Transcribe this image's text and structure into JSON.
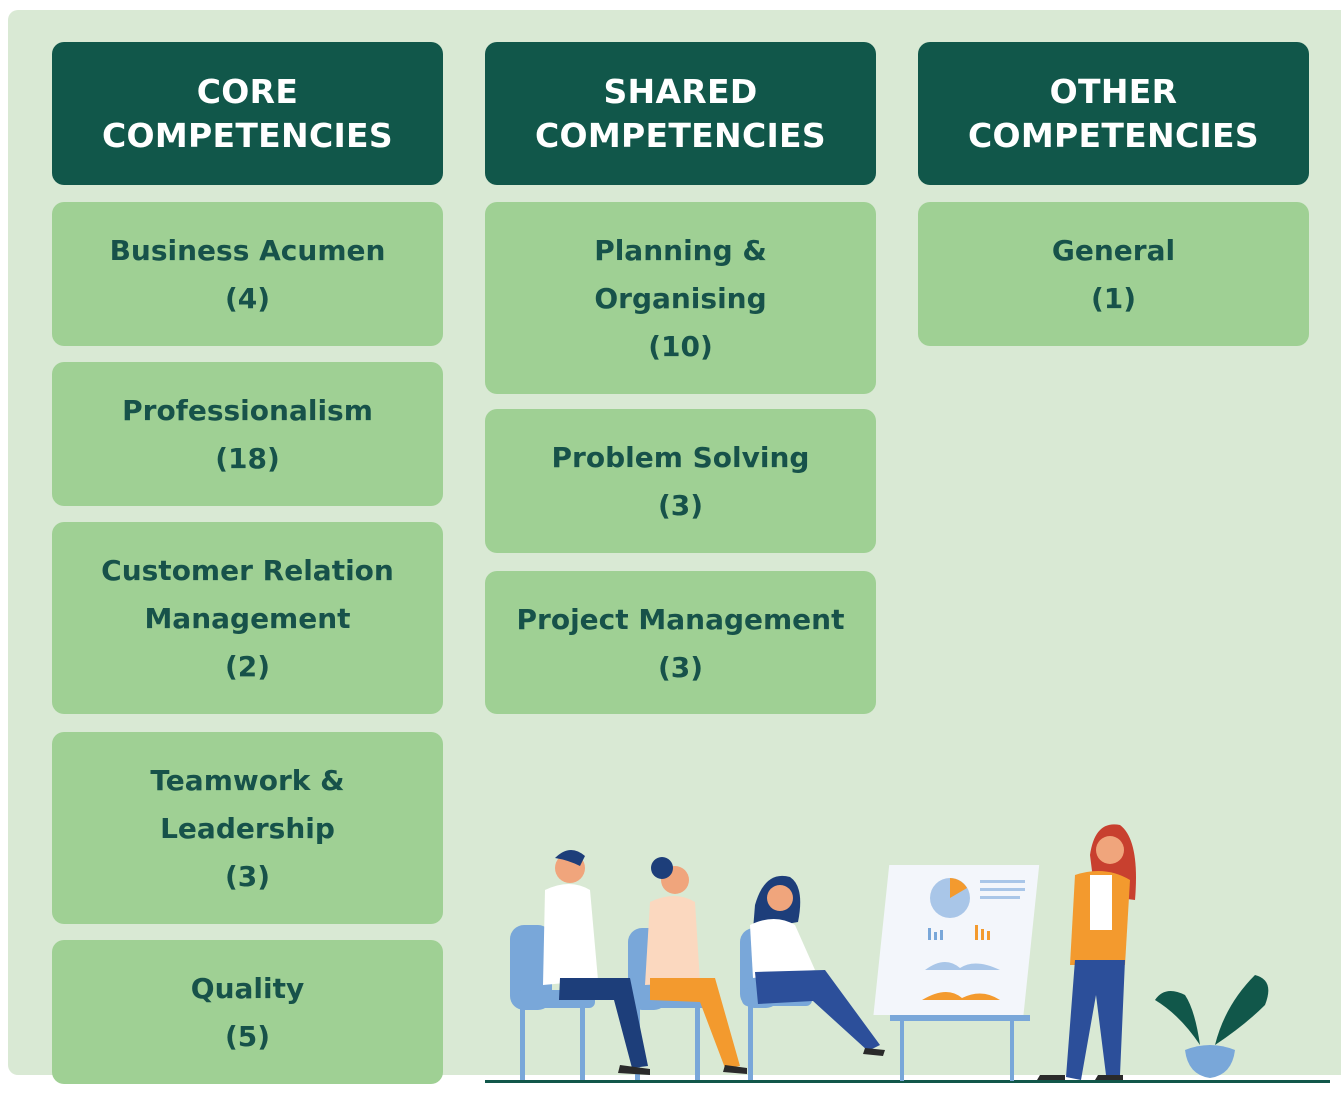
{
  "columns": [
    {
      "header_line1": "CORE",
      "header_line2": "COMPETENCIES",
      "cards": [
        {
          "line1": "Business Acumen",
          "line2": "(4)",
          "line3": ""
        },
        {
          "line1": "Professionalism",
          "line2": "(18)",
          "line3": ""
        },
        {
          "line1": "Customer Relation",
          "line2": "Management",
          "line3": "(2)"
        },
        {
          "line1": "Teamwork &",
          "line2": "Leadership",
          "line3": "(3)"
        },
        {
          "line1": "Quality",
          "line2": "(5)",
          "line3": ""
        }
      ]
    },
    {
      "header_line1": "SHARED",
      "header_line2": "COMPETENCIES",
      "cards": [
        {
          "line1": "Planning &",
          "line2": "Organising",
          "line3": "(10)"
        },
        {
          "line1": "Problem Solving",
          "line2": "(3)",
          "line3": ""
        },
        {
          "line1": "Project Management",
          "line2": "(3)",
          "line3": ""
        }
      ]
    },
    {
      "header_line1": "OTHER",
      "header_line2": "COMPETENCIES",
      "cards": [
        {
          "line1": "General",
          "line2": "(1)",
          "line3": ""
        }
      ]
    }
  ],
  "colors": {
    "background": "#d9e9d4",
    "header": "#11574a",
    "card": "#9fd094",
    "card_text": "#17524a"
  }
}
